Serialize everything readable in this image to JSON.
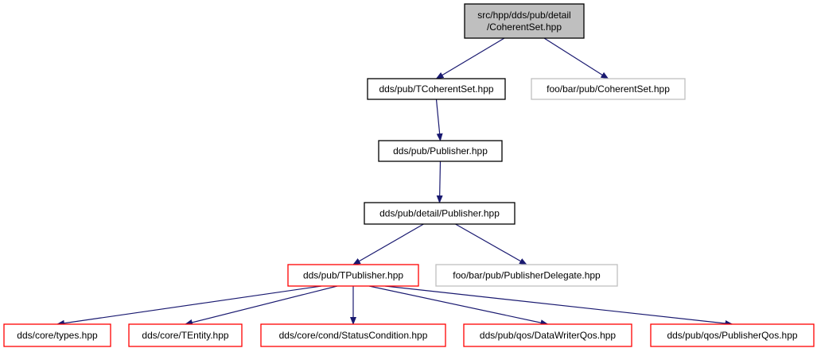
{
  "nodes": [
    {
      "id": "coherentset_detail",
      "lines": [
        "src/hpp/dds/pub/detail",
        "/CoherentSet.hpp"
      ],
      "style": "root"
    },
    {
      "id": "tcoherentset",
      "lines": [
        "dds/pub/TCoherentSet.hpp"
      ],
      "style": "normal"
    },
    {
      "id": "foobar_coherentset",
      "lines": [
        "foo/bar/pub/CoherentSet.hpp"
      ],
      "style": "missing"
    },
    {
      "id": "publisher",
      "lines": [
        "dds/pub/Publisher.hpp"
      ],
      "style": "normal"
    },
    {
      "id": "detail_publisher",
      "lines": [
        "dds/pub/detail/Publisher.hpp"
      ],
      "style": "normal"
    },
    {
      "id": "tpublisher",
      "lines": [
        "dds/pub/TPublisher.hpp"
      ],
      "style": "truncated"
    },
    {
      "id": "publisher_delegate",
      "lines": [
        "foo/bar/pub/PublisherDelegate.hpp"
      ],
      "style": "missing"
    },
    {
      "id": "core_types",
      "lines": [
        "dds/core/types.hpp"
      ],
      "style": "truncated"
    },
    {
      "id": "core_tentity",
      "lines": [
        "dds/core/TEntity.hpp"
      ],
      "style": "truncated"
    },
    {
      "id": "status_condition",
      "lines": [
        "dds/core/cond/StatusCondition.hpp"
      ],
      "style": "truncated"
    },
    {
      "id": "datawriterqos",
      "lines": [
        "dds/pub/qos/DataWriterQos.hpp"
      ],
      "style": "truncated"
    },
    {
      "id": "publisherqos",
      "lines": [
        "dds/pub/qos/PublisherQos.hpp"
      ],
      "style": "truncated"
    }
  ],
  "edges": [
    {
      "from": "coherentset_detail",
      "to": "tcoherentset"
    },
    {
      "from": "coherentset_detail",
      "to": "foobar_coherentset"
    },
    {
      "from": "tcoherentset",
      "to": "publisher"
    },
    {
      "from": "publisher",
      "to": "detail_publisher"
    },
    {
      "from": "detail_publisher",
      "to": "tpublisher"
    },
    {
      "from": "detail_publisher",
      "to": "publisher_delegate"
    },
    {
      "from": "tpublisher",
      "to": "core_types"
    },
    {
      "from": "tpublisher",
      "to": "core_tentity"
    },
    {
      "from": "tpublisher",
      "to": "status_condition"
    },
    {
      "from": "tpublisher",
      "to": "datawriterqos"
    },
    {
      "from": "tpublisher",
      "to": "publisherqos"
    }
  ],
  "colors": {
    "root_fill": "#bfbfbf",
    "normal_border": "#000000",
    "missing_border": "#bfbfbf",
    "truncated_border": "#ff0000",
    "edge": "#191970"
  }
}
